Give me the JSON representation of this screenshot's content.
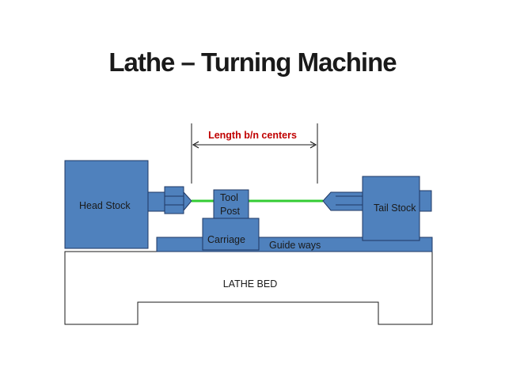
{
  "title": "Lathe – Turning Machine",
  "labels": {
    "length": "Length b/n centers",
    "head_stock": "Head Stock",
    "tool": "Tool",
    "post": "Post",
    "tail_stock": "Tail Stock",
    "carriage": "Carriage",
    "guide_ways": "Guide ways",
    "lathe_bed": "LATHE  BED"
  },
  "colors": {
    "component_fill": "#4f81bd",
    "component_stroke": "#1f3864",
    "workpiece": "#33cc33",
    "dimension_text": "#c00000"
  }
}
